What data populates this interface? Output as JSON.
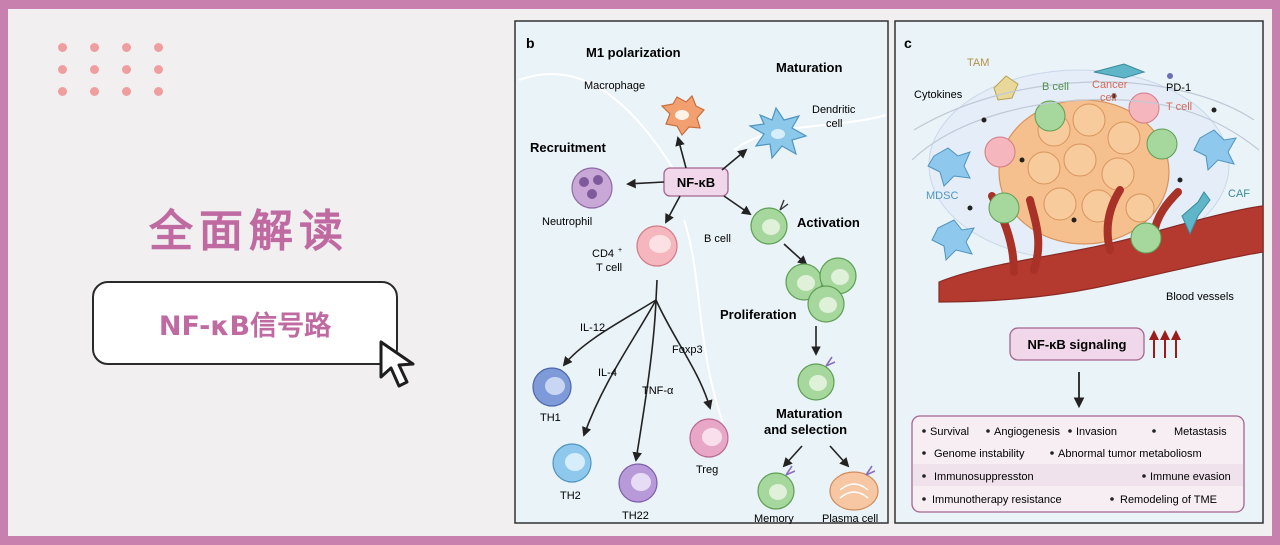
{
  "left_panel": {
    "title": "全面解读",
    "tag": "NF-κB信号路",
    "colors": {
      "accent": "#c06aa2",
      "border": "#c880ae",
      "dots": "#ef9e9f"
    }
  },
  "panel_b": {
    "letter": "b",
    "center": "NF-κB",
    "m1_polarization": "M1 polarization",
    "macrophage": "Macrophage",
    "maturation": "Maturation",
    "dendritic_cell": [
      "Dendritic",
      "cell"
    ],
    "recruitment": "Recruitment",
    "neutrophil": "Neutrophil",
    "b_cell": "B cell",
    "activation": "Activation",
    "cd4_t_cell": [
      "CD4",
      "T cell"
    ],
    "proliferation": "Proliferation",
    "il12": "IL-12",
    "il4": "IL-4",
    "tnfa": "TNF-α",
    "foxp3": "Foxp3",
    "th1": "TH1",
    "th2": "TH2",
    "th22": "TH22",
    "treg": "Treg",
    "maturation_selection": [
      "Maturation",
      "and selection"
    ],
    "memory": "Memory",
    "plasma_cell": "Plasma cell"
  },
  "panel_c": {
    "letter": "c",
    "tam": "TAM",
    "cytokines": "Cytokines",
    "b_cell": "B cell",
    "cancer_cell": [
      "Cancer",
      "cell"
    ],
    "pd1": "PD-1",
    "t_cell": "T cell",
    "mdsc": "MDSC",
    "caf": "CAF",
    "blood_vessels": "Blood vessels",
    "signaling": "NF-κB signaling",
    "outcomes": [
      [
        "Survival",
        "Angiogenesis",
        "Invasion",
        "Metastasis"
      ],
      [
        "Genome instability",
        "Abnormal tumor metaboliosm"
      ],
      [
        "Immunosuppresston",
        "Immune evasion"
      ],
      [
        "Immunotherapy resistance",
        "Remodeling of TME"
      ]
    ]
  }
}
